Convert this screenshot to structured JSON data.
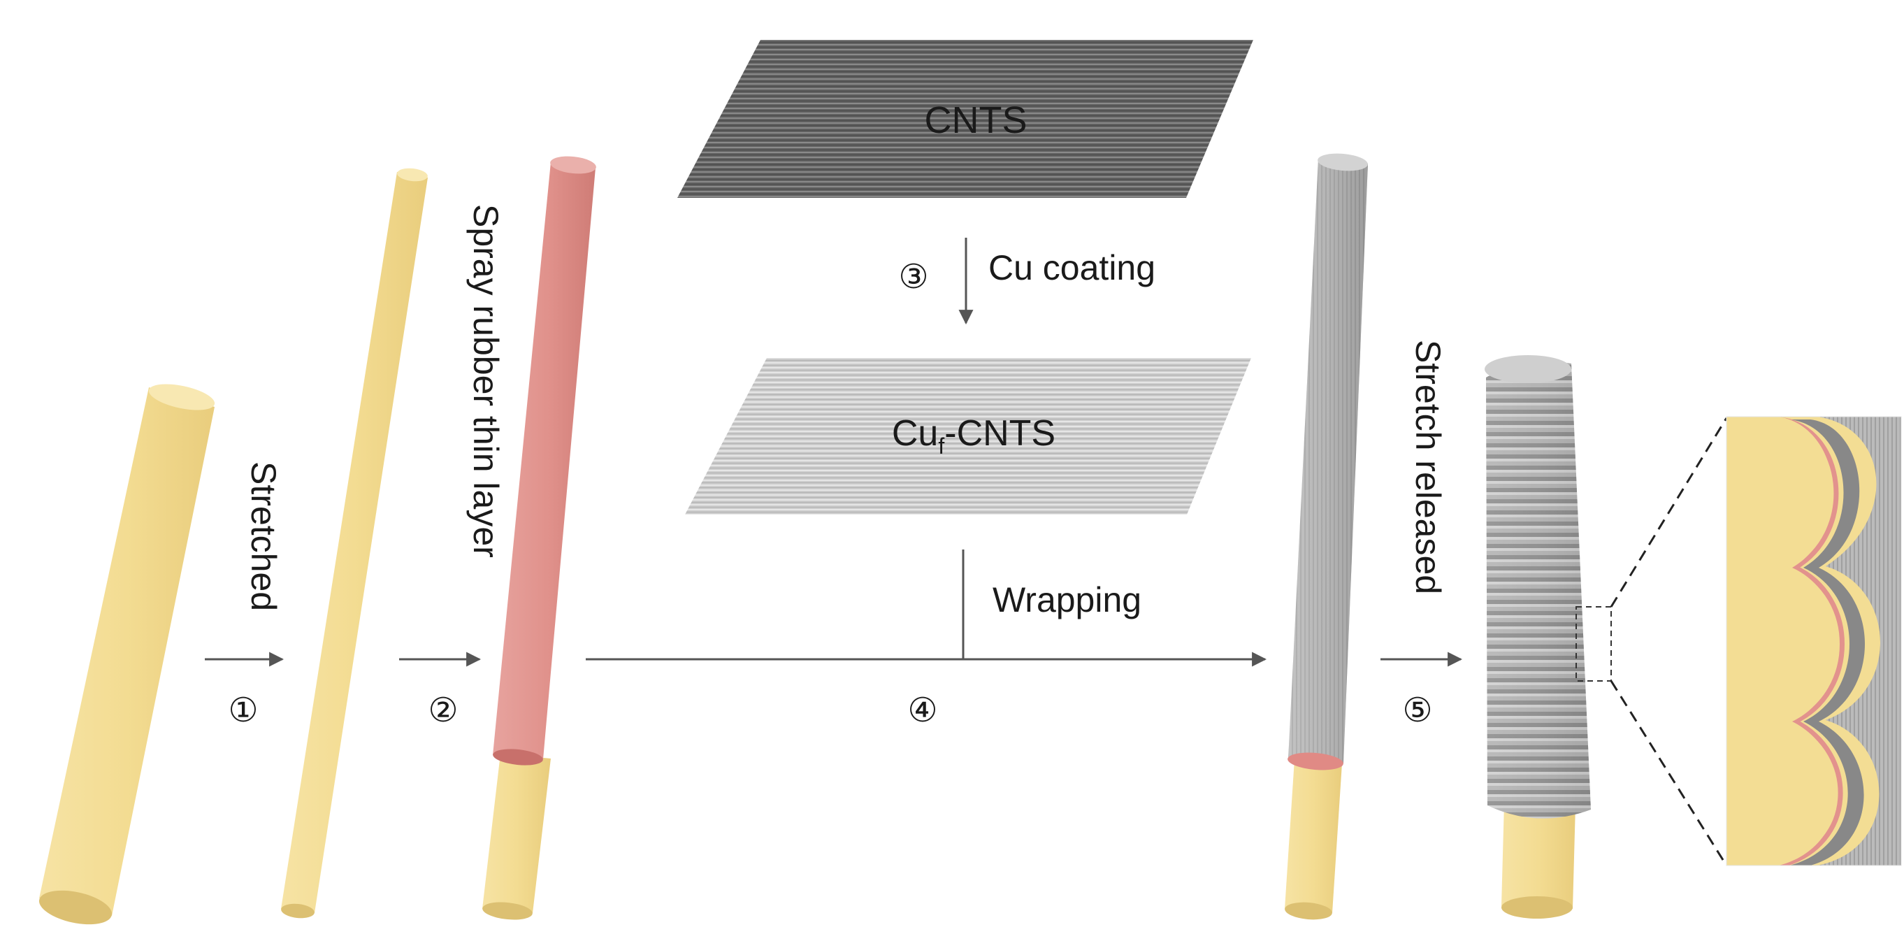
{
  "labels": {
    "cnts": "CNTS",
    "cuf_base": "Cu",
    "cuf_sub": "f",
    "cuf_rest": "-CNTS",
    "cu_coating": "Cu coating",
    "wrapping": "Wrapping",
    "stretched": "Stretched",
    "spray": "Spray rubber thin layer",
    "stretch_released": "Stretch released"
  },
  "steps": {
    "s1": "①",
    "s2": "②",
    "s3": "③",
    "s4": "④",
    "s5": "⑤"
  },
  "colors": {
    "rubber_core": "#f3dd94",
    "rubber_layer": "#e2928d",
    "cnts_dark": "#5f5f5f",
    "cnts_light": "#c9c9c9",
    "wrapped_gray": "#a9a9a9",
    "arrow": "#555555"
  }
}
